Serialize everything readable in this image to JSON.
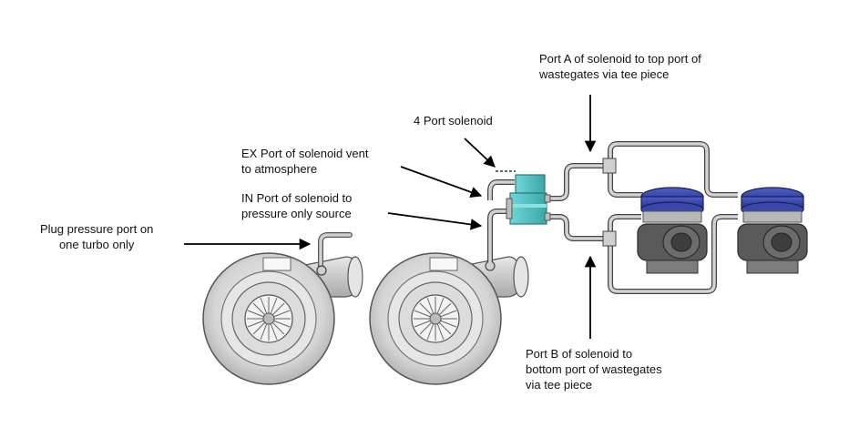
{
  "labels": {
    "plug": [
      "Plug pressure port on",
      "one turbo only"
    ],
    "ex_port": [
      "EX Port of solenoid vent",
      "to atmosphere"
    ],
    "in_port": [
      "IN Port of solenoid to",
      "pressure only source"
    ],
    "solenoid": [
      "4 Port solenoid"
    ],
    "port_a": [
      "Port A of solenoid to top port of",
      "wastegates via tee piece"
    ],
    "port_b": [
      "Port B of solenoid to",
      "bottom port of wastegates",
      "via tee piece"
    ]
  },
  "colors": {
    "solenoid": "#4fc4c4",
    "wastegate_cap": "#2c3a9c",
    "turbo_body": "#d8d8d8",
    "pipe": "#c9c9c9",
    "outline": "#444444",
    "arrow": "#000000",
    "text": "#111111"
  }
}
